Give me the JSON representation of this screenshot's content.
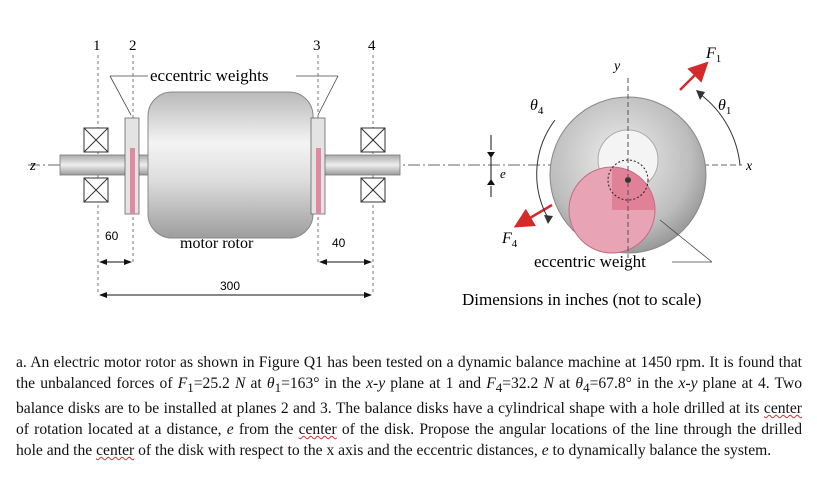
{
  "figure": {
    "plane_labels": [
      "1",
      "2",
      "3",
      "4"
    ],
    "label_eccentric_weights": "eccentric weights",
    "label_motor_rotor": "motor rotor",
    "label_eccentric_weight": "eccentric weight",
    "dim_60": "60",
    "dim_40": "40",
    "dim_300": "300",
    "axis_z": "z",
    "axis_y": "y",
    "axis_x": "x",
    "label_e": "e",
    "label_F1": "F",
    "label_F1_sub": "1",
    "label_F4": "F",
    "label_F4_sub": "4",
    "label_theta1": "θ",
    "label_theta1_sub": "1",
    "label_theta4": "θ",
    "label_theta4_sub": "4",
    "caption": "Dimensions in inches (not to scale)",
    "colors": {
      "disk_pink": "#e8a3b5",
      "disk_red": "#d8667f",
      "arrow_red": "#d42a2a",
      "rotor_gray": "#cfcfcf"
    }
  },
  "problem": {
    "p1": "a. An electric motor rotor as shown in Figure Q1 has been tested on a dynamic balance machine at 1450 rpm. It is found that the unbalanced forces of ",
    "f1_sym": "F",
    "f1_sub": "1",
    "p2": "=25.2 ",
    "n1": "N",
    "p3": " at ",
    "t1_sym": "θ",
    "t1_sub": "1",
    "p4": "=163° in the ",
    "xy1": "x-y",
    "p5": " plane at 1 and ",
    "f4_sym": "F",
    "f4_sub": "4",
    "p6": "=32.2 ",
    "n2": "N",
    "p7": " at ",
    "t4_sym": "θ",
    "t4_sub": "4",
    "p8": "=67.8° in the ",
    "xy2": "x-y",
    "p9": " plane at 4. Two balance disks are to be installed at planes 2 and 3. The balance disks have a cylindrical shape with a hole drilled at its ",
    "u1": "center",
    "p10": " of rotation located at a distance, ",
    "e1": "e",
    "p11": " from the ",
    "u2": "center",
    "p12": " of the disk. Propose the angular locations of the line through the drilled hole and the ",
    "u3": "center",
    "p13": " of the disk with respect to the x axis and the eccentric distances, ",
    "e2": "e",
    "p14": " to dynamically balance the system."
  }
}
